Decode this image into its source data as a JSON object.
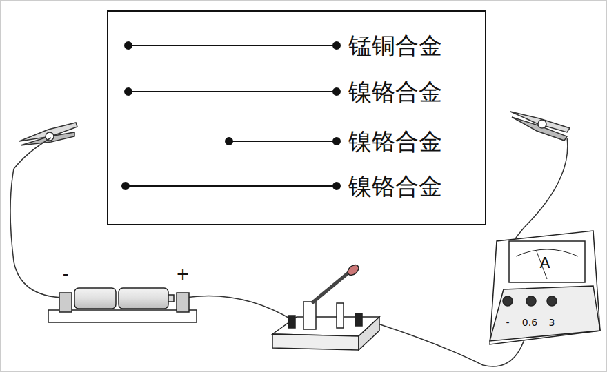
{
  "diagram": {
    "nodes": [
      {
        "text": [
          "锰铜合金",
          "镍铬合金",
          "镍铬合金",
          "镍铬合金"
        ]
      },
      {
        "text": [
          "A",
          "-",
          "0.6",
          "3"
        ]
      }
    ],
    "labels": [
      "-",
      "+"
    ]
  }
}
